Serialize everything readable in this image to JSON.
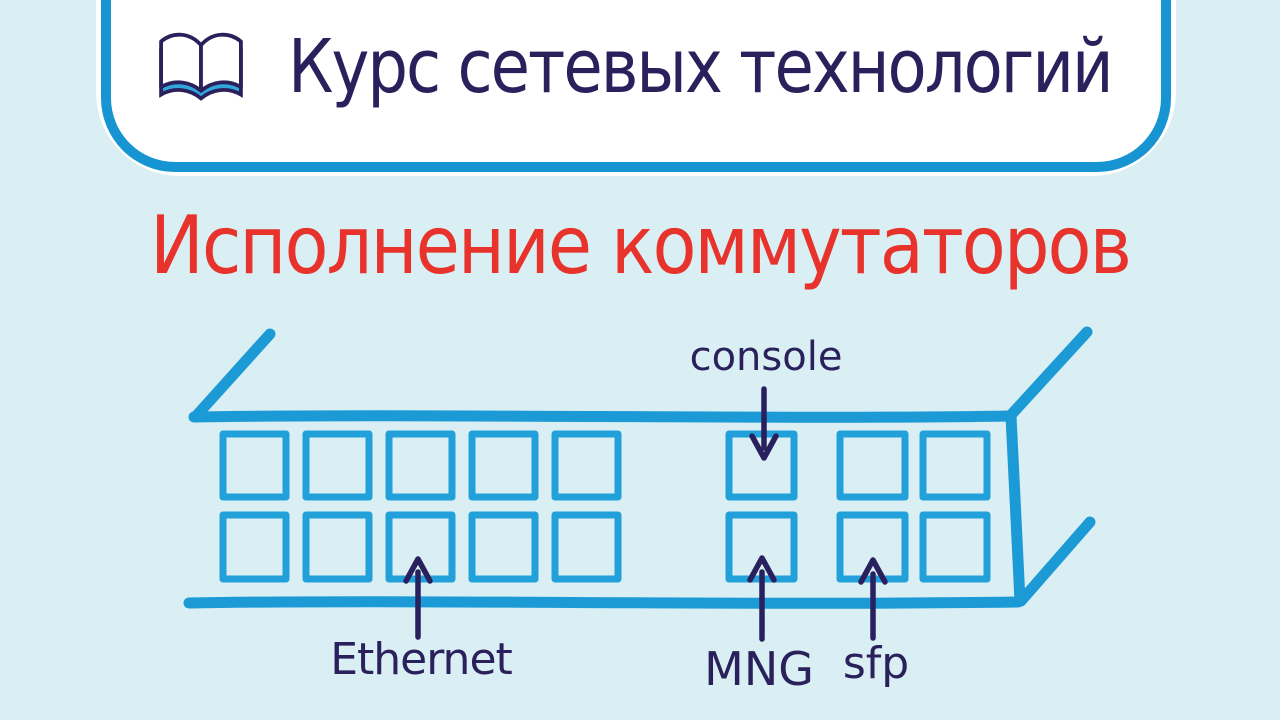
{
  "colors": {
    "background": "#d9eff4",
    "accent_blue": "#1b9ad6",
    "ink_navy": "#2a215c",
    "title_red": "#e7332b",
    "badge_white": "#ffffff"
  },
  "header": {
    "icon": "open-book-icon",
    "course_title": "Курс сетевых технологий"
  },
  "page_title": "Исполнение коммутаторов",
  "diagram": {
    "device": "network-switch-front-panel",
    "port_groups": [
      {
        "name": "ethernet",
        "rows": 2,
        "columns": 5
      },
      {
        "name": "console-mng",
        "rows": 2,
        "columns": 1
      },
      {
        "name": "sfp",
        "rows": 2,
        "columns": 2
      }
    ],
    "labels": {
      "console": "console",
      "ethernet": "Ethernet",
      "mng": "MNG",
      "sfp": "sfp"
    }
  }
}
